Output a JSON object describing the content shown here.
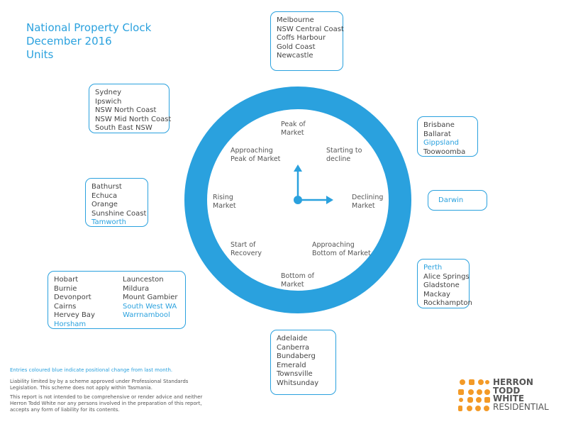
{
  "title": {
    "line1": "National Property Clock",
    "line2": "December 2016",
    "line3": "Units"
  },
  "colors": {
    "accent": "#2aa1de",
    "logo_orange": "#f39a27"
  },
  "phases": {
    "peak": [
      "Peak of",
      "Market"
    ],
    "starting_decline": [
      "Starting to",
      "decline"
    ],
    "declining": [
      "Declining",
      "Market"
    ],
    "approaching_bottom": [
      "Approaching",
      "Bottom of Market"
    ],
    "bottom": [
      "Bottom of",
      "Market"
    ],
    "start_recovery": [
      "Start of",
      "Recovery"
    ],
    "rising": [
      "Rising",
      "Market"
    ],
    "approaching_peak": [
      "Approaching",
      "Peak of Market"
    ]
  },
  "boxes": {
    "top": [
      {
        "text": "Melbourne",
        "changed": false
      },
      {
        "text": "NSW Central Coast",
        "changed": false
      },
      {
        "text": "Coffs Harbour",
        "changed": false
      },
      {
        "text": "Gold Coast",
        "changed": false
      },
      {
        "text": "Newcastle",
        "changed": false
      }
    ],
    "upper_right": [
      {
        "text": "Brisbane",
        "changed": false
      },
      {
        "text": "Ballarat",
        "changed": false
      },
      {
        "text": "Gippsland",
        "changed": true
      },
      {
        "text": "Toowoomba",
        "changed": false
      }
    ],
    "right": [
      {
        "text": "Darwin",
        "changed": true
      }
    ],
    "lower_right": [
      {
        "text": "Perth",
        "changed": true
      },
      {
        "text": "Alice Springs",
        "changed": false
      },
      {
        "text": "Gladstone",
        "changed": false
      },
      {
        "text": "Mackay",
        "changed": false
      },
      {
        "text": "Rockhampton",
        "changed": false
      }
    ],
    "bottom": [
      {
        "text": "Adelaide",
        "changed": false
      },
      {
        "text": "Canberra",
        "changed": false
      },
      {
        "text": "Bundaberg",
        "changed": false
      },
      {
        "text": "Emerald",
        "changed": false
      },
      {
        "text": "Townsville",
        "changed": false
      },
      {
        "text": "Whitsunday",
        "changed": false
      }
    ],
    "lower_left_col1": [
      {
        "text": "Hobart",
        "changed": false
      },
      {
        "text": "Burnie",
        "changed": false
      },
      {
        "text": "Devonport",
        "changed": false
      },
      {
        "text": "Cairns",
        "changed": false
      },
      {
        "text": "Hervey Bay",
        "changed": false
      },
      {
        "text": "Horsham",
        "changed": true
      }
    ],
    "lower_left_col2": [
      {
        "text": "Launceston",
        "changed": false
      },
      {
        "text": "Mildura",
        "changed": false
      },
      {
        "text": "Mount Gambier",
        "changed": false
      },
      {
        "text": "South West WA",
        "changed": true
      },
      {
        "text": "Warrnambool",
        "changed": true
      }
    ],
    "left": [
      {
        "text": "Bathurst",
        "changed": false
      },
      {
        "text": "Echuca",
        "changed": false
      },
      {
        "text": "Orange",
        "changed": false
      },
      {
        "text": "Sunshine Coast",
        "changed": false
      },
      {
        "text": "Tamworth",
        "changed": true
      }
    ],
    "upper_left": [
      {
        "text": "Sydney",
        "changed": false
      },
      {
        "text": "Ipswich",
        "changed": false
      },
      {
        "text": "NSW North Coast",
        "changed": false
      },
      {
        "text": "NSW Mid North Coast",
        "changed": false
      },
      {
        "text": "South East NSW",
        "changed": false
      }
    ]
  },
  "notes": {
    "legend": "Entries coloured blue indicate positional change from last month.",
    "liability": [
      "Liability limited by by a scheme approved under Professional Standards",
      "Legislation. This scheme does not apply within Tasmania."
    ],
    "disclaimer": [
      "This report is not intended to be comprehensive or render advice and neither",
      "Herron Todd White nor any persons involved in the preparation of this report,",
      "accepts any form of liability for its contents."
    ]
  },
  "logo": {
    "line1": "HERRON",
    "line2": "TODD",
    "line3": "WHITE",
    "line4": "RESIDENTIAL"
  }
}
